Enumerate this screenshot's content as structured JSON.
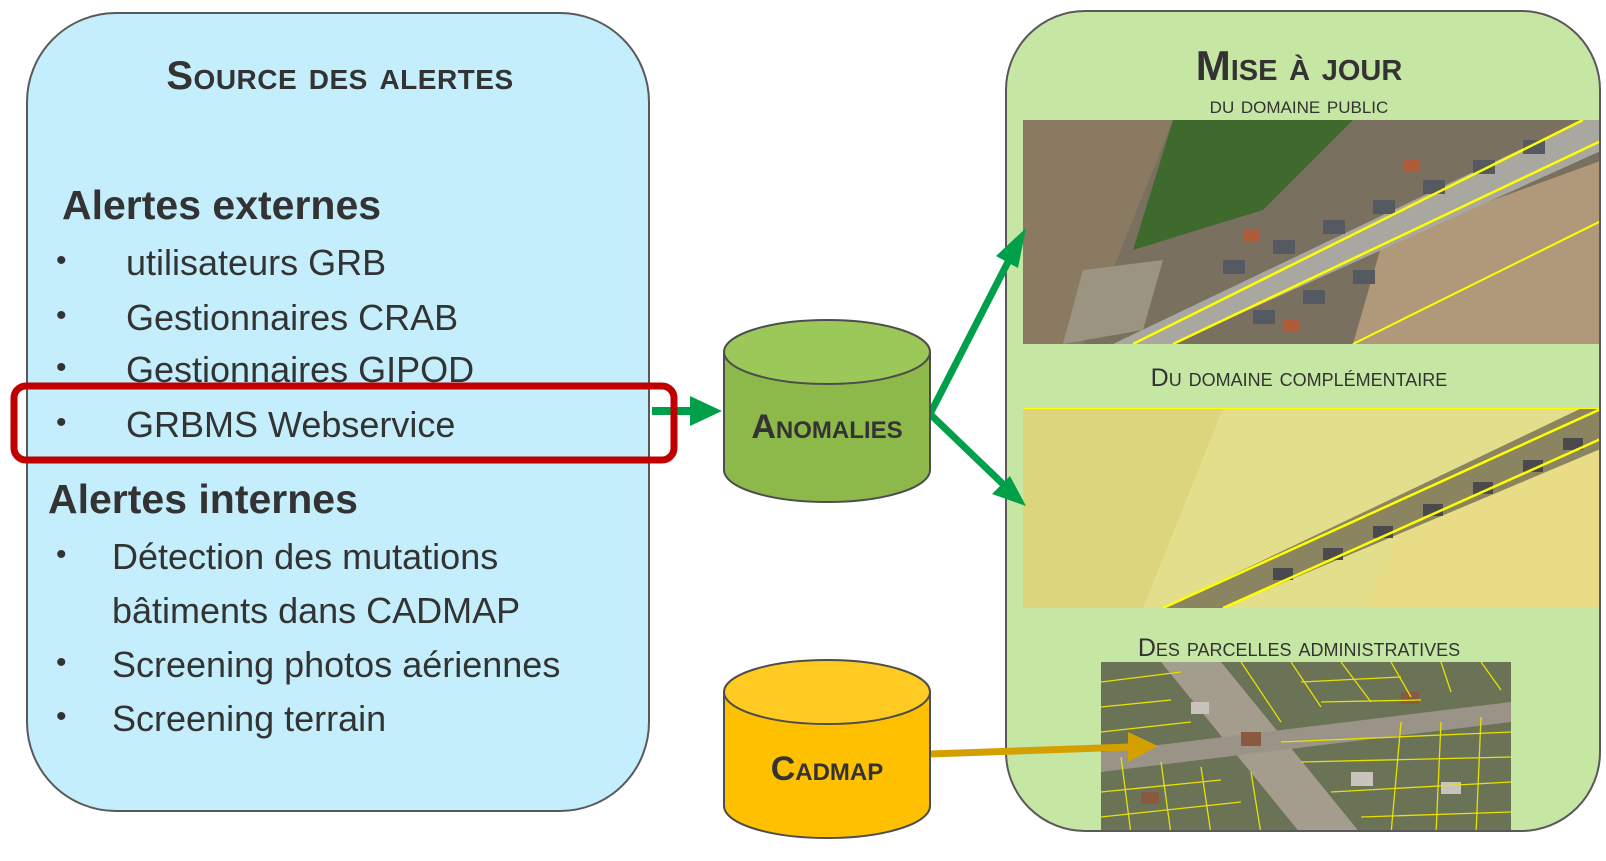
{
  "source": {
    "title": "Source des alertes",
    "external_heading": "Alertes externes",
    "external_items": [
      "utilisateurs GRB",
      "Gestionnaires CRAB",
      "Gestionnaires GIPOD",
      "GRBMS Webservice"
    ],
    "internal_heading": "Alertes internes",
    "internal_items": [
      "Détection des mutations",
      "bâtiments dans CADMAP",
      "Screening photos aériennes",
      "Screening terrain"
    ],
    "bullet_glyph": "•"
  },
  "anomalies": {
    "label": "Anomalies",
    "color": "#8db84a"
  },
  "cadmap": {
    "label": "Cadmap",
    "color": "#ffc000"
  },
  "update": {
    "title": "Mise à jour",
    "subtitle": "du domaine public",
    "caption_complementary": "Du domaine complémentaire",
    "caption_parcels": "Des parcelles administratives"
  },
  "colors": {
    "left_box": "#c5eefc",
    "right_box": "#c6e6a4",
    "highlight": "#c00000",
    "arrow_green": "#00a04a",
    "arrow_gold": "#d4a000"
  }
}
